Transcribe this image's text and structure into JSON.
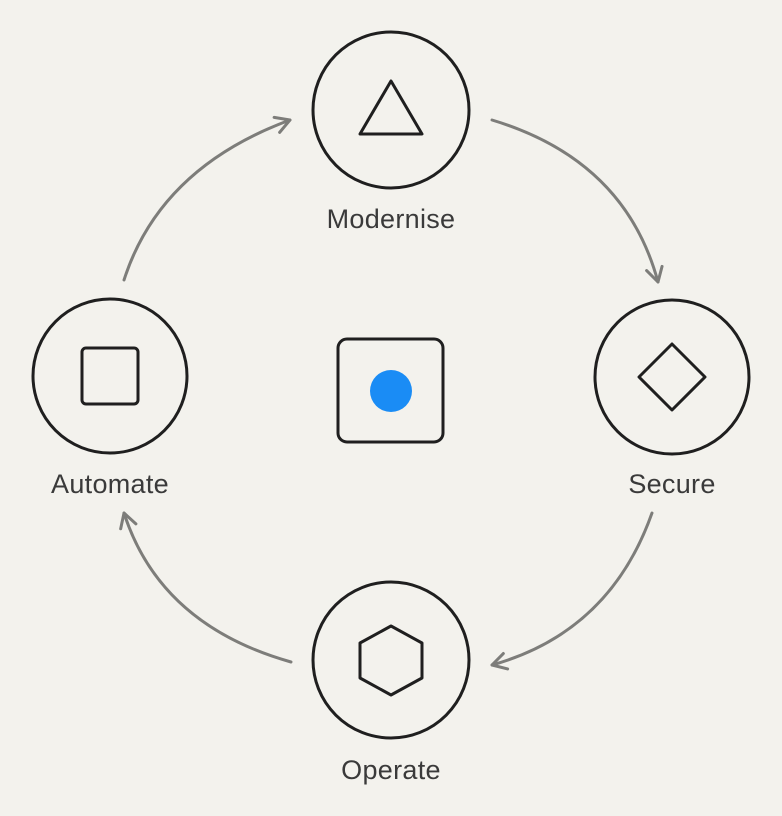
{
  "diagram": {
    "type": "cycle",
    "nodes": [
      {
        "id": "modernise",
        "label": "Modernise",
        "icon": "triangle-icon"
      },
      {
        "id": "secure",
        "label": "Secure",
        "icon": "diamond-icon"
      },
      {
        "id": "operate",
        "label": "Operate",
        "icon": "hexagon-icon"
      },
      {
        "id": "automate",
        "label": "Automate",
        "icon": "square-icon"
      }
    ],
    "edges": [
      {
        "from": "modernise",
        "to": "secure"
      },
      {
        "from": "secure",
        "to": "operate"
      },
      {
        "from": "operate",
        "to": "automate"
      },
      {
        "from": "automate",
        "to": "modernise"
      }
    ],
    "center": {
      "icon": "target-dot-icon"
    },
    "colors": {
      "background": "#f3f2ed",
      "stroke": "#1f1f1f",
      "arrow": "#7d7d7a",
      "accent": "#1a8cf5",
      "label": "#3a3a3a"
    }
  }
}
